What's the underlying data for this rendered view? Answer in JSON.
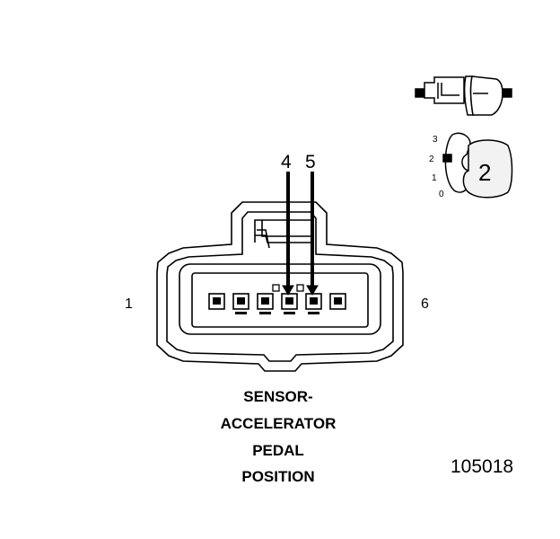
{
  "connector": {
    "pin_start_label": "1",
    "pin_end_label": "6",
    "callouts": [
      {
        "label": "4",
        "pin": 4
      },
      {
        "label": "5",
        "pin": 5
      }
    ],
    "pin_count": 6
  },
  "legend": {
    "position_labels": [
      "3",
      "2",
      "1",
      "0"
    ],
    "lock_label": "2"
  },
  "title_lines": [
    "SENSOR-",
    "ACCELERATOR",
    "PEDAL",
    "POSITION"
  ],
  "figure_number": "105018",
  "colors": {
    "line": "#000000",
    "background": "#ffffff",
    "fill_light": "#f2f2f2"
  }
}
